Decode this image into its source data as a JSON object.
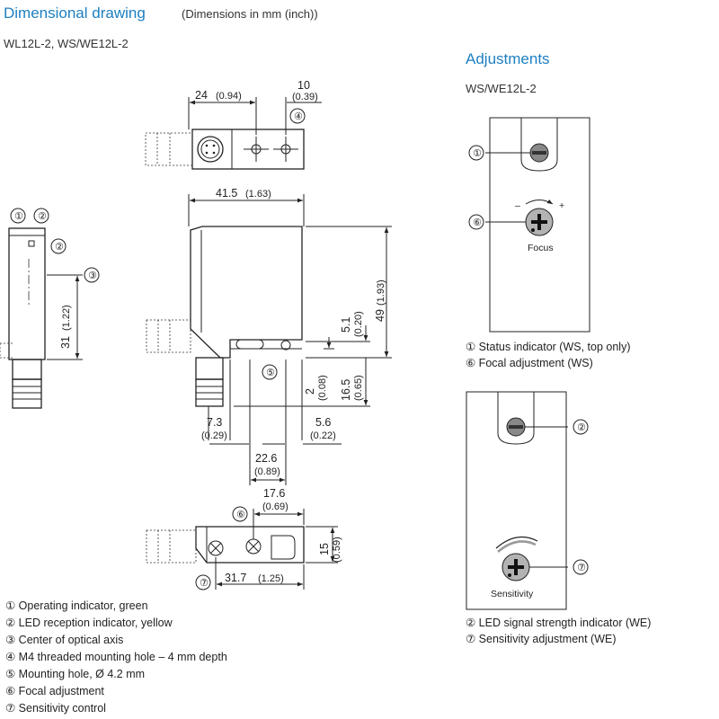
{
  "header": {
    "title": "Dimensional drawing",
    "title_note": "(Dimensions in mm (inch))",
    "model": "WL12L-2, WS/WE12L-2"
  },
  "adjustments": {
    "title": "Adjustments",
    "model": "WS/WE12L-2",
    "panel1": {
      "focus_label": "Focus",
      "minus": "–",
      "plus": "+",
      "legend": [
        "① Status indicator (WS, top only)",
        "⑥ Focal adjustment (WS)"
      ]
    },
    "panel2": {
      "sensitivity_label": "Sensitivity",
      "legend": [
        "② LED signal strength indicator (WE)",
        "⑦ Sensitivity adjustment (WE)"
      ]
    }
  },
  "markers": {
    "m1": "①",
    "m2": "②",
    "m3": "③",
    "m4": "④",
    "m5": "⑤",
    "m6": "⑥",
    "m7": "⑦"
  },
  "dims": {
    "d24": "24",
    "d24i": "(0.94)",
    "d10": "10",
    "d10i": "(0.39)",
    "d41": "41.5",
    "d41i": "(1.63)",
    "d49": "49",
    "d49i": "(1.93)",
    "d51": "5.1",
    "d51i": "(0.20)",
    "d2": "2",
    "d2i": "(0.08)",
    "d165": "16.5",
    "d165i": "(0.65)",
    "d31": "31",
    "d31i": "(1.22)",
    "d73": "7.3",
    "d73i": "(0.29)",
    "d56": "5.6",
    "d56i": "(0.22)",
    "d226": "22.6",
    "d226i": "(0.89)",
    "d176": "17.6",
    "d176i": "(0.69)",
    "d15": "15",
    "d15i": "(0.59)",
    "d317": "31.7",
    "d317i": "(1.25)"
  },
  "legend": [
    "① Operating indicator, green",
    "② LED reception indicator, yellow",
    "③ Center of optical axis",
    "④ M4 threaded mounting hole – 4 mm depth",
    "⑤ Mounting hole, Ø 4.2 mm",
    "⑥ Focal adjustment",
    "⑦ Sensitivity control"
  ]
}
